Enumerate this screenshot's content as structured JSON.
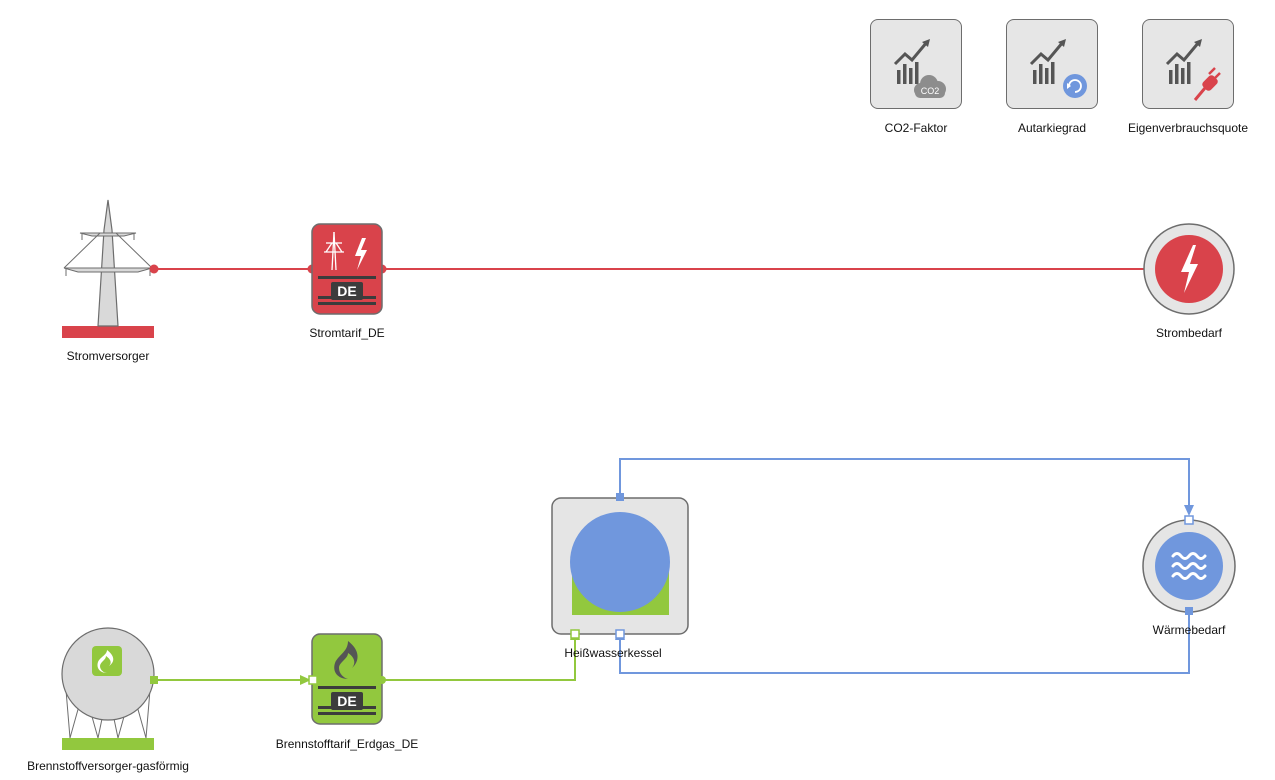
{
  "kpis": [
    {
      "label": "CO2-Faktor",
      "icon": "co2-cloud-icon"
    },
    {
      "label": "Autarkiegrad",
      "icon": "cycle-badge-icon"
    },
    {
      "label": "Eigenverbrauchsquote",
      "icon": "plug-badge-icon"
    }
  ],
  "co2_badge_text": "CO2",
  "nodes": {
    "stromversorger": "Stromversorger",
    "stromtarif": "Stromtarif_DE",
    "strombedarf": "Strombedarf",
    "brennstoffversorger": "Brennstoffversorger-gasförmig",
    "brennstofftarif": "Brennstofftarif_Erdgas_DE",
    "kessel": "Heißwasserkessel",
    "waermebedarf": "Wärmebedarf"
  },
  "tariff_code": "DE",
  "colors": {
    "electric": "#d9434b",
    "gas": "#92c83e",
    "heat": "#7097dd",
    "box_fill": "#e5e5e5",
    "box_border": "#6d6d6d"
  }
}
